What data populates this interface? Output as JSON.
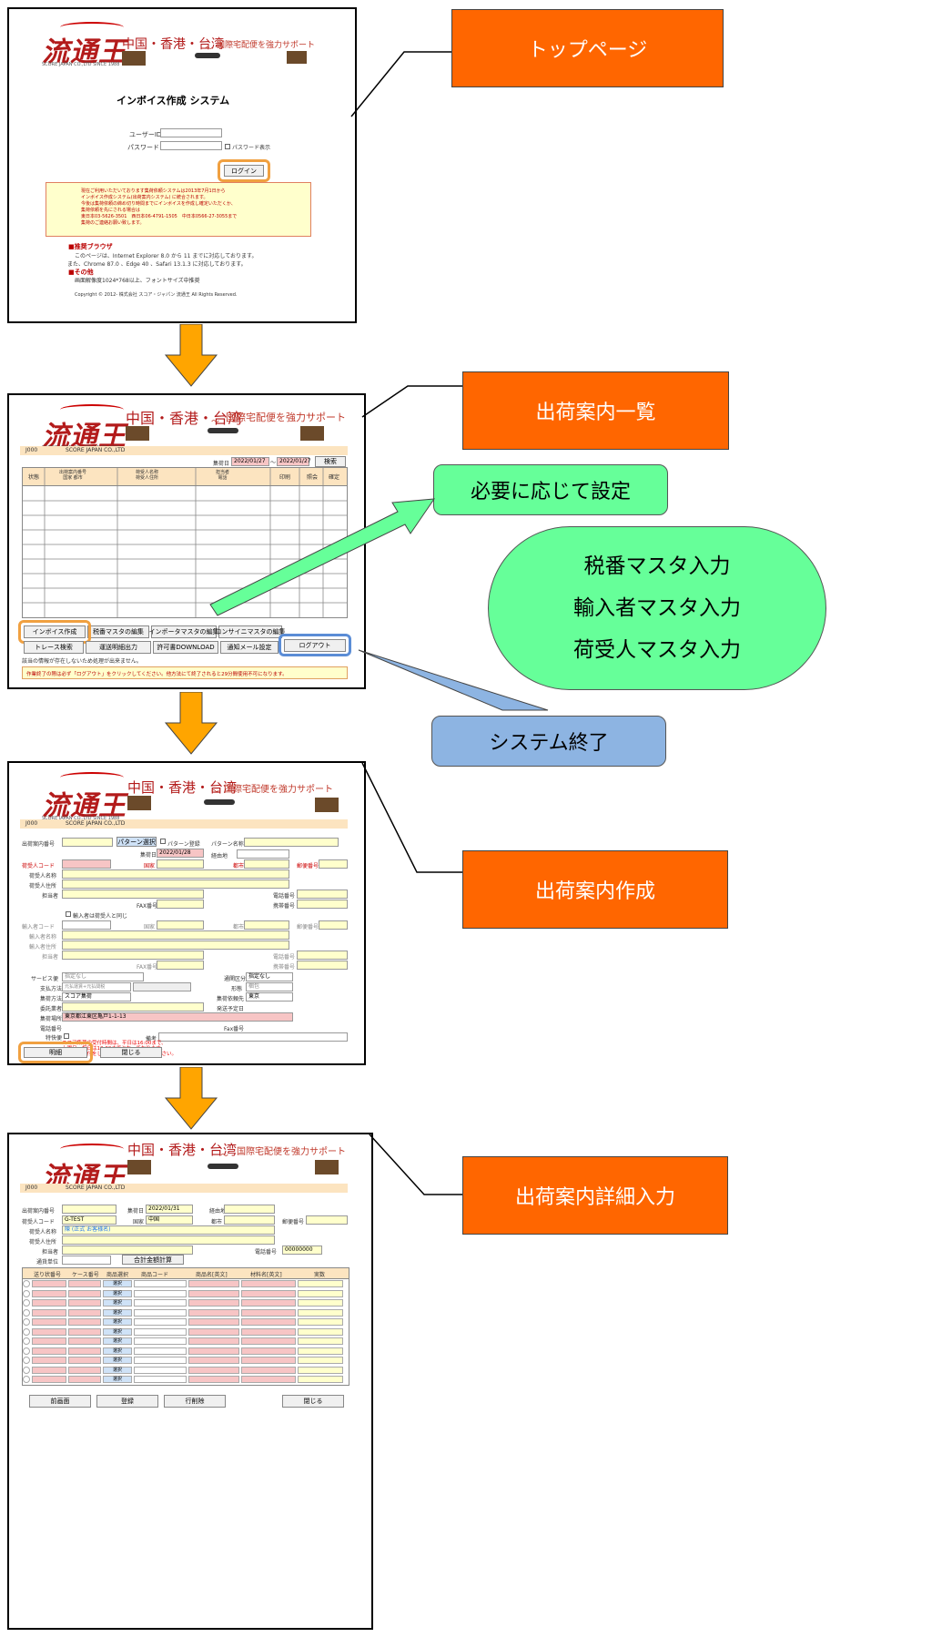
{
  "labels": {
    "top_page": "トップページ",
    "list": "出荷案内一覧",
    "create": "出荷案内作成",
    "detail": "出荷案内詳細入力",
    "settings": "必要に応じて設定",
    "system_end": "システム終了",
    "masters": [
      "税番マスタ入力",
      "輸入者マスタ入力",
      "荷受人マスタ入力"
    ]
  },
  "header": {
    "logo": "流通王",
    "logo_sub": "SCORE JAPAN CO.,LTD SINCE 1988",
    "title": "中国・香港・台湾",
    "tilde": "～",
    "subtitle": "国際宅配便を強力サポート"
  },
  "login": {
    "title": "インボイス作成 システム",
    "user_label": "ユーザーID",
    "pass_label": "パスワード",
    "show_pass": "パスワード表示",
    "login_btn": "ログイン",
    "notice": [
      "現在ご利用いただいております集荷依頼システムは2013年7月1日から",
      "インボイス作成システム(出荷案内システム) に統合されます。",
      "",
      "今後は集荷依頼の締め切り時間までにインボイスを作成し確定いただくか、",
      "集荷依頼を先にされる場合は",
      "東日本03-5626-3501　西日本06-4791-1505　中日本0566-27-3055まで",
      "集荷のご連絡お願い致します。"
    ],
    "browser_head": "■推奨ブラウザ",
    "browser_text1": "このページは、Internet Explorer 8.0 から 11 までに対応しております。",
    "browser_text2": "また、Chrome 87.0 、Edge 40 、Safari 13.1.3 に対応しております。",
    "other_head": "■その他",
    "other_text": "画面解像度1024*768以上、フォントサイズ中推奨",
    "copyright": "Copyright © 2012- 株式会社 スコア・ジャパン 流通王 All Rights Reserved."
  },
  "company": {
    "code": "J000",
    "name": "SCORE JAPAN CO.,LTD"
  },
  "list_screen": {
    "date_label": "集荷日",
    "date_from": "2022/01/27",
    "date_sep": "～",
    "date_to": "2022/01/27",
    "search": "検索",
    "columns": [
      "状態",
      "出荷案内番号\n国家 都市",
      "荷受人名称\n荷受人住所",
      "担当者\n電話",
      "印刷",
      "照会",
      "確定"
    ],
    "buttons_row1": [
      "インボイス作成",
      "税番マスタの編集",
      "インポータマスタの編集",
      "コンサイニマスタの編集"
    ],
    "buttons_row2": [
      "トレース検索",
      "運送明細出力",
      "許可書DOWNLOAD",
      "通知メール設定",
      "ログアウト"
    ],
    "empty_msg": "該当の情報が存在しないため処理が出来ません。",
    "warning": "作業終了の際は必ず「ログアウト」をクリックしてください。他方法にて終了されると29分間使用不可になります。"
  },
  "create_screen": {
    "no_label": "出荷案内番号",
    "pattern_select": "パターン選択",
    "pattern_reg": "パターン登録",
    "pattern_name": "パターン名称",
    "date_label": "集荷日",
    "date": "2022/01/28",
    "origin": "経由地",
    "consignee_code": "荷受人コード",
    "country": "国家",
    "city": "都市",
    "zip": "郵便番号",
    "consignee_name": "荷受人名称",
    "consignee_addr": "荷受人住所",
    "person": "担当者",
    "tel": "電話番号",
    "fax": "FAX番号",
    "mobile": "携帯番号",
    "same_check": "輸入者は荷受人と同じ",
    "importer_code": "輸入者コード",
    "importer_name": "輸入者名称",
    "importer_addr": "輸入者住所",
    "service": "サービス便",
    "service_val": "指定なし",
    "pay": "支払方法",
    "pay_val": "元払運賃+元払関税",
    "collect": "集荷方法",
    "collect_val": "スコア集荷",
    "trust": "委託業者",
    "place": "集荷場所",
    "place_val": "東京都江東区亀戸1-1-13",
    "tel2": "電話番号",
    "special": "特快便",
    "note": "備考",
    "customs": "通関区分",
    "customs_val": "指定なし",
    "form": "形態",
    "form_val": "梱包",
    "office": "集荷依頼先",
    "office_val": "東京",
    "ship_date": "発送予定日",
    "fax2": "Fax番号",
    "red_note": [
      "スコア集荷の受付時間は、平日は16:00まで、",
      "土曜日・祝日は12:00までとなっております。",
      "日曜日は受付をしておりません。ご了承ください。"
    ],
    "btn_detail": "明細",
    "btn_close": "閉じる"
  },
  "detail_screen": {
    "no_label": "出荷案内番号",
    "date_label": "集荷日",
    "date": "2022/01/31",
    "origin": "経由地",
    "consignee_code": "荷受人コード",
    "code_val": "G-TEST",
    "country": "国家",
    "country_val": "中国",
    "city": "都市",
    "zip": "郵便番号",
    "consignee_name": "荷受人名称",
    "name_val": "陳 (正式 お客様名)",
    "addr": "荷受人住所",
    "person": "担当者",
    "tel": "電話番号",
    "tel_val": "00000000",
    "unit": "通貨単位",
    "calc": "合計金額計算",
    "columns": [
      "送り状番号",
      "ケース番号",
      "商品選択",
      "商品コード",
      "商品名[英文]",
      "材料名[英文]",
      "実数"
    ],
    "select_btn": "選択",
    "buttons": [
      "前画面",
      "登録",
      "行削除",
      "閉じる"
    ]
  }
}
